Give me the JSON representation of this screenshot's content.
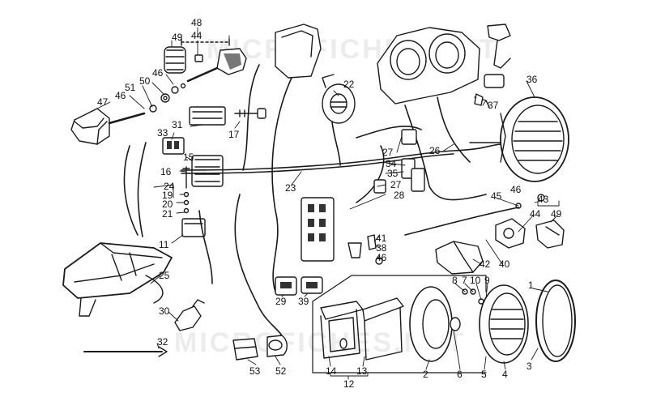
{
  "watermark": {
    "top": "MICROFICHES.NET",
    "bottom": "MICROFICHES.NET"
  },
  "colors": {
    "line": "#1a1a1a",
    "fill": "#ffffff",
    "shade": "#555555",
    "watermark": "#969696"
  },
  "callouts": {
    "n48": "48",
    "n44a": "44",
    "n49a": "49",
    "n46a": "46",
    "n50": "50",
    "n51": "51",
    "n46b": "46",
    "n47": "47",
    "n31": "31",
    "n17": "17",
    "n33": "33",
    "n15": "15",
    "n22": "22",
    "n36": "36",
    "n37": "37",
    "n27a": "27",
    "n26": "26",
    "n34": "34",
    "n35": "35",
    "n27b": "27",
    "n28": "28",
    "n16": "16",
    "n24": "24",
    "n19": "19",
    "n20": "20",
    "n21": "21",
    "n23": "23",
    "n11": "11",
    "n25": "25",
    "n30": "30",
    "n32": "32",
    "n29": "29",
    "n39": "39",
    "n41": "41",
    "n38": "38",
    "n46c": "46",
    "n42": "42",
    "n40": "40",
    "n45": "45",
    "n46d": "46",
    "n43": "43",
    "n44b": "44",
    "n49b": "49",
    "n8": "8",
    "n7": "7",
    "n10": "10",
    "n9": "9",
    "n1": "1",
    "n3": "3",
    "n2": "2",
    "n6": "6",
    "n5": "5",
    "n4": "4",
    "n14": "14",
    "n13": "13",
    "n12": "12",
    "n53": "53",
    "n52": "52"
  }
}
